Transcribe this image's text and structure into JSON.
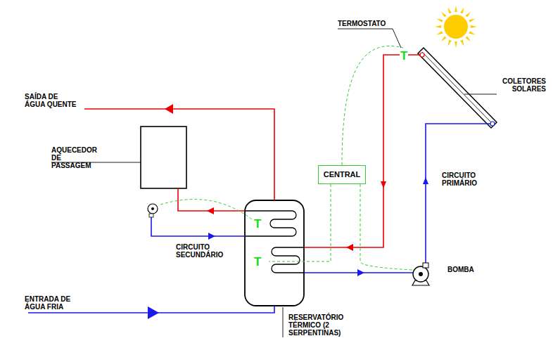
{
  "diagram": {
    "nodes": [
      {
        "text": [
          "CENTRAL"
        ]
      }
    ],
    "labels": [
      "TERMOSTATO",
      "COLETORES SOLARES",
      "SAÍDA DE ÁGUA QUENTE",
      "AQUECEDOR DE PASSAGEM",
      "CIRCUITO PRIMÁRIO",
      "CIRCUITO SECUNDÁRIO",
      "BOMBA",
      "ENTRADA DE ÁGUA FRIA",
      "RESERVATÓRIO TÉRMICO (2 SERPENTINAS)",
      "T",
      "T",
      "T"
    ]
  }
}
